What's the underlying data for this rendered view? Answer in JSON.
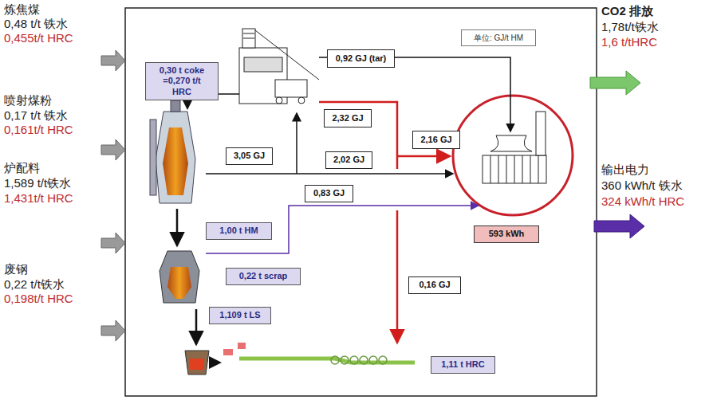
{
  "diagram": {
    "nodes": [
      {
        "text": [
          "单位: GJ/t HM"
        ]
      },
      {
        "text": [
          "0,30 t coke =0,270 t/t HRC"
        ]
      },
      {
        "text": [
          "0,92 GJ (tar)"
        ]
      },
      {
        "text": [
          "2,32 GJ"
        ]
      },
      {
        "text": [
          "2,16 GJ"
        ]
      },
      {
        "text": [
          "3,05 GJ"
        ]
      },
      {
        "text": [
          "2,02 GJ"
        ]
      },
      {
        "text": [
          "0,83 GJ"
        ]
      },
      {
        "text": [
          "593 kWh"
        ]
      },
      {
        "text": [
          "1,00 t HM"
        ]
      },
      {
        "text": [
          "0,22 t scrap"
        ]
      },
      {
        "text": [
          "0,16 GJ"
        ]
      },
      {
        "text": [
          "1,109 t LS"
        ]
      },
      {
        "text": [
          "1,11 t HRC"
        ]
      }
    ],
    "labels": [
      "炼焦煤",
      "0,48 t/t 铁水",
      "0,455t/t HRC",
      "喷射煤粉",
      "0,17 t/t 铁水",
      "0,161t/t HRC",
      "炉配料",
      "1,589 t/t铁水",
      "1,431t/t HRC",
      "废钢",
      "0,22 t/t铁水",
      "0,198t/t HRC",
      "CO2 排放",
      "1,78t/t铁水",
      "1,6 t/tHRC",
      "输出电力",
      "360 kWh/t 铁水",
      "324 kWh/t HRC"
    ]
  }
}
